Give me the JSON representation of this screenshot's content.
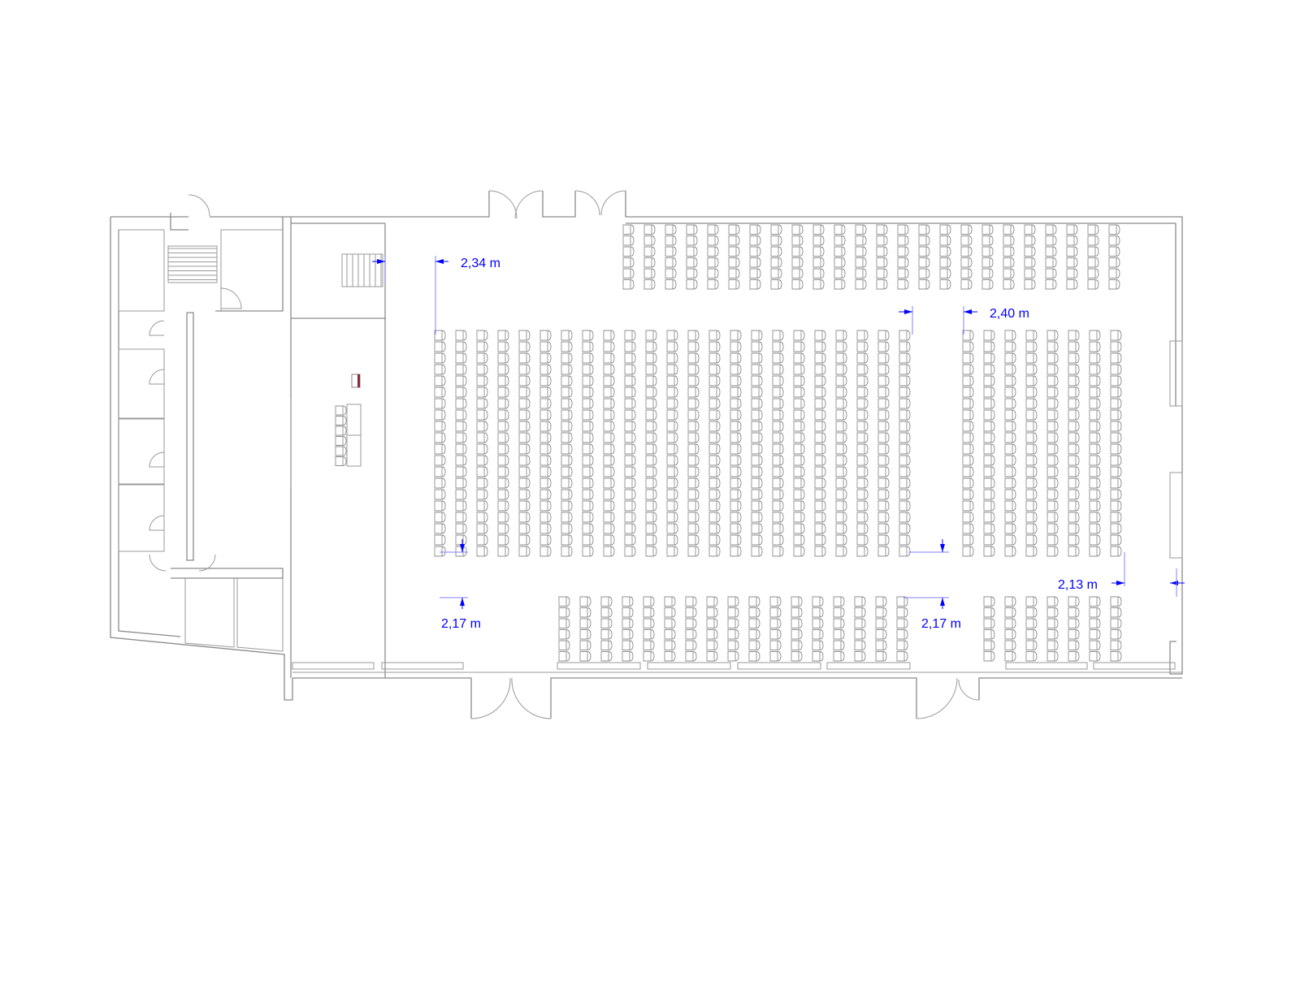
{
  "plan": {
    "dimensions": [
      {
        "label": "2,34 m"
      },
      {
        "label": "2,40 m"
      },
      {
        "label": "2,13 m"
      },
      {
        "label": "2,17 m"
      },
      {
        "label": "2,17 m"
      }
    ],
    "seating_blocks": [
      {
        "name": "main-left",
        "columns": 23,
        "rows": 20
      },
      {
        "name": "main-right",
        "columns": 8,
        "rows": 20
      },
      {
        "name": "top",
        "columns": 24,
        "rows": 6
      },
      {
        "name": "bottom-left",
        "columns": 17,
        "rows": 6
      },
      {
        "name": "bottom-right",
        "columns": 7,
        "rows": 6
      }
    ],
    "stage_chairs": 6,
    "colors": {
      "walls": "#8a8a8a",
      "dimensions": "#0000ff",
      "lectern": "#8b2a3a"
    }
  }
}
